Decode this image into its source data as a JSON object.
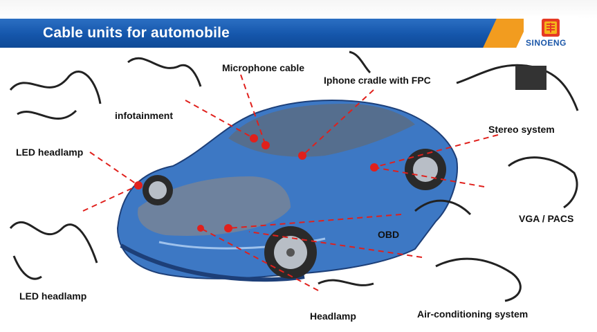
{
  "header": {
    "title": "Cable units for automobile"
  },
  "logo": {
    "text": "SINOENG"
  },
  "colors": {
    "banner": "#1556ab",
    "accent": "#f29c1f",
    "leader": "#e0201c",
    "car": "#3d78c4"
  },
  "labels": {
    "infotainment": "infotainment",
    "microphone": "Microphone  cable",
    "iphone": "Iphone cradle with FPC",
    "stereo": "Stereo system",
    "vga": "VGA / PACS",
    "obd": "OBD",
    "aircon": "Air-conditioning  system",
    "headlamp": "Headlamp",
    "led1": "LED headlamp",
    "led2": "LED headlamp"
  }
}
